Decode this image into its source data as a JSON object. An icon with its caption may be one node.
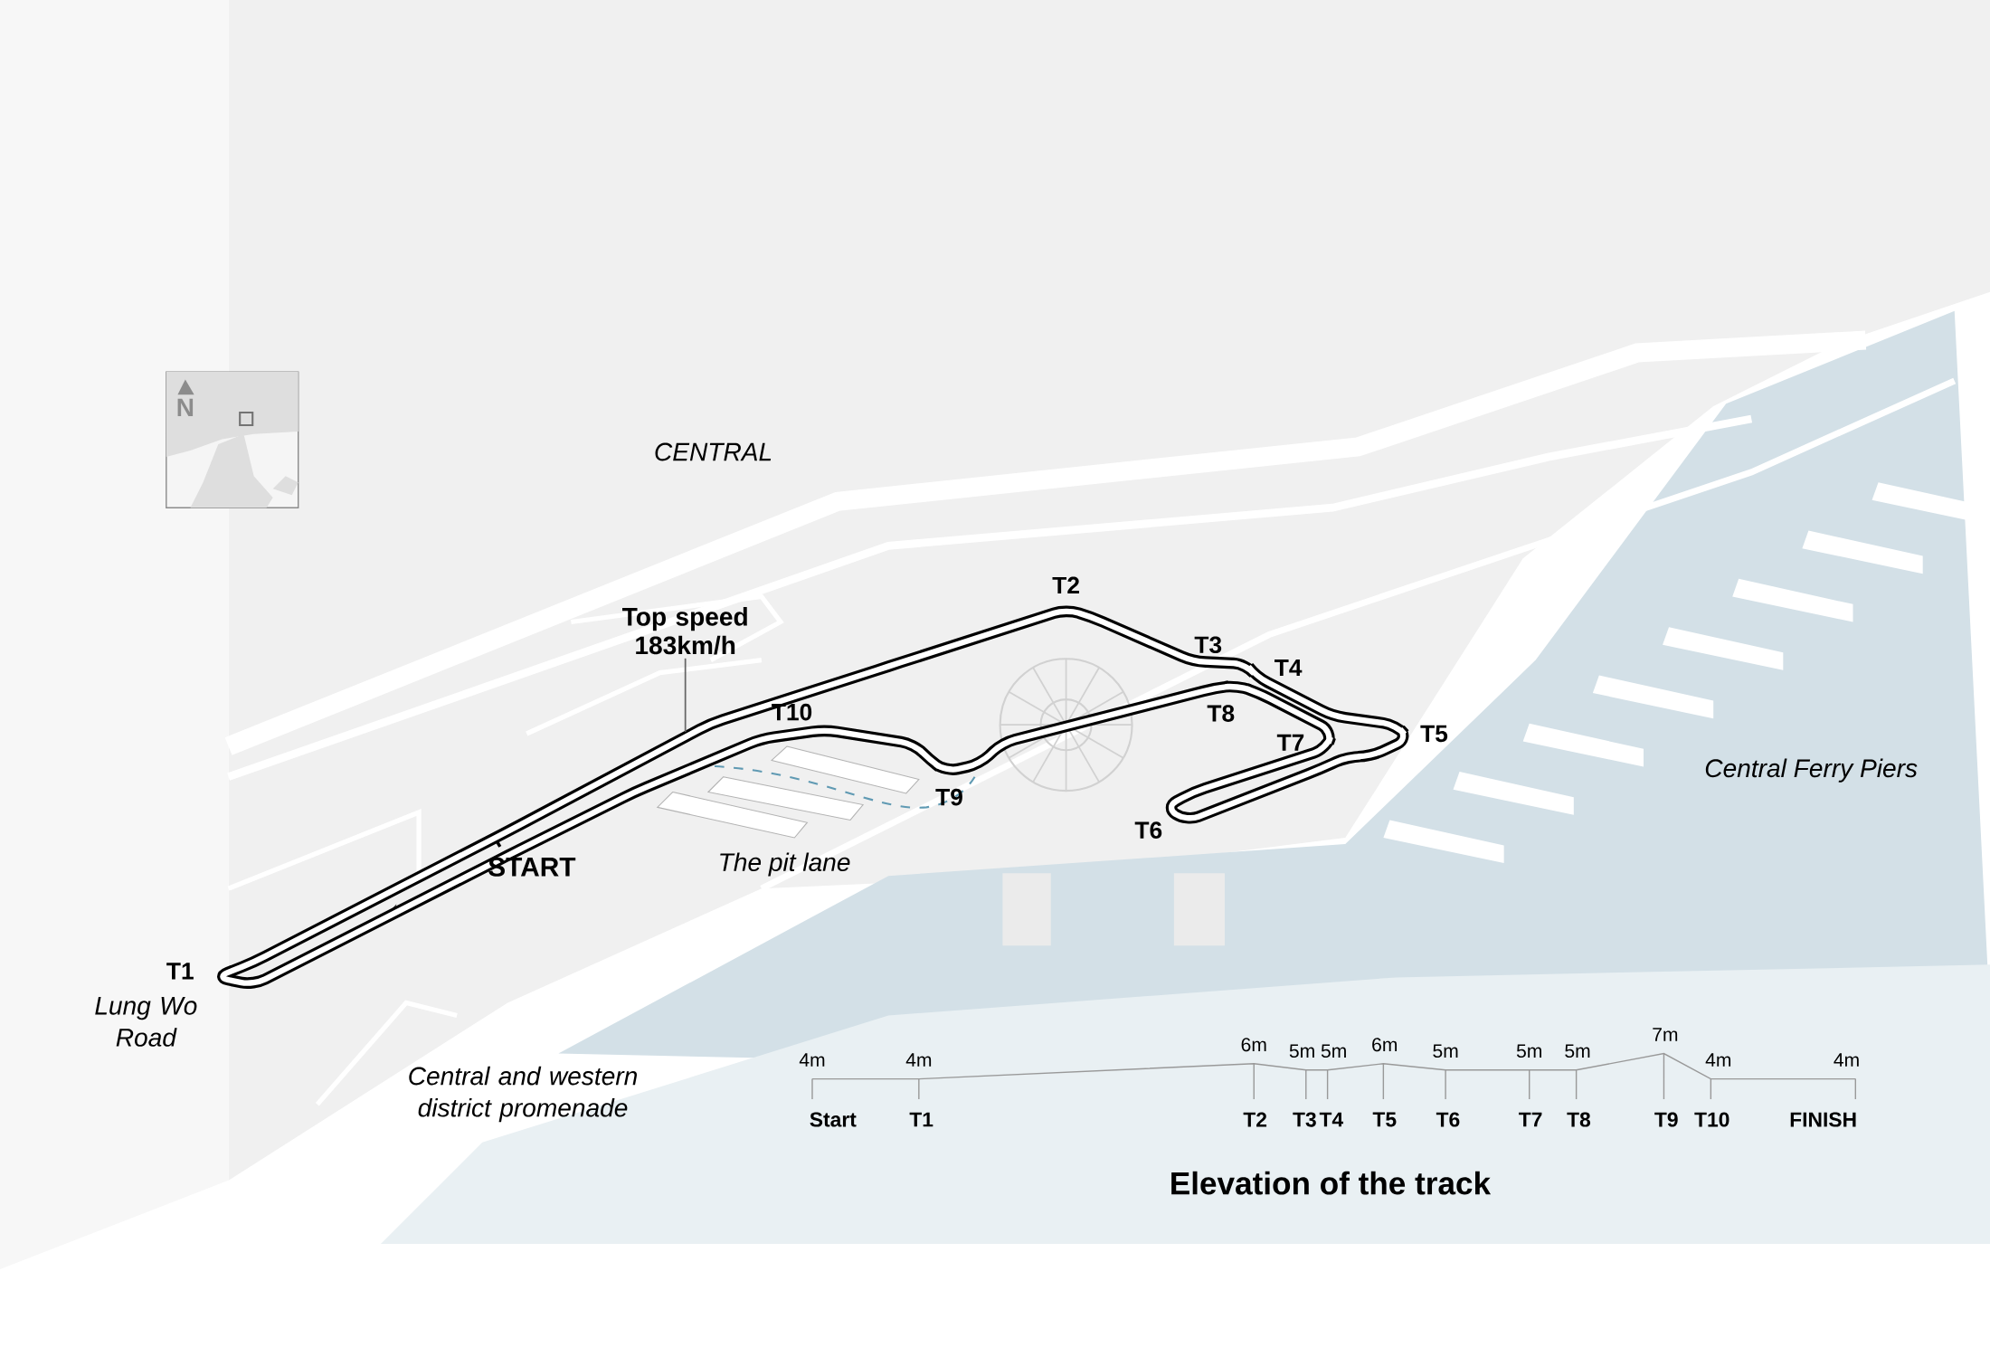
{
  "diagram": {
    "nodes": [
      {
        "text": [
          "Top speed 183km/h"
        ]
      },
      {
        "text": [],
        "shape": "picture"
      }
    ],
    "edges": [
      {
        "from": 0,
        "to": 1,
        "arrow": "none"
      }
    ],
    "labels": [
      "CENTRAL",
      "T2",
      "T3",
      "T4",
      "T10",
      "T8",
      "T7",
      "T5",
      "Central Ferry Piers",
      "T9",
      "T6",
      "START",
      "The pit lane",
      "T1",
      "Lung Wo Road",
      "Central and western district promenade",
      "N",
      "4m",
      "4m",
      "6m",
      "5m",
      "5m",
      "6m",
      "5m",
      "5m",
      "5m",
      "7m",
      "4m",
      "4m",
      "Start",
      "T1",
      "T2",
      "T3",
      "T4",
      "T5",
      "T6",
      "T7",
      "T8",
      "T9",
      "T10",
      "FINISH",
      "Elevation of the track"
    ]
  }
}
